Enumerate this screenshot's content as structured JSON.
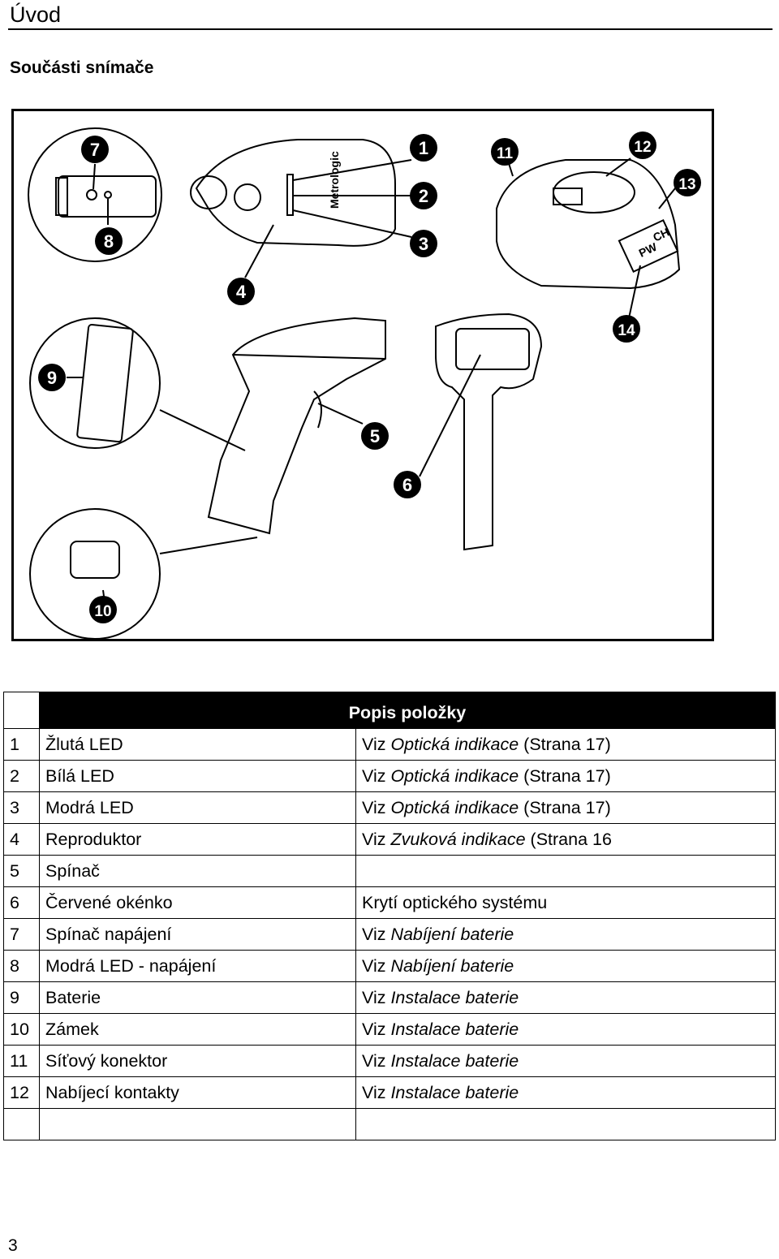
{
  "page": {
    "title": "Úvod",
    "section_title": "Součásti snímače",
    "page_number": "3"
  },
  "figure": {
    "callouts": [
      "7",
      "8",
      "1",
      "2",
      "3",
      "4",
      "11",
      "12",
      "13",
      "14",
      "9",
      "5",
      "6",
      "10"
    ],
    "brand_label": "Metrologic",
    "base_label_pw": "PW",
    "base_label_ch": "CH"
  },
  "table": {
    "header": "Popis položky",
    "rows": [
      {
        "num": "1",
        "name": "Žlutá LED",
        "ref_prefix": "Viz ",
        "ref_link": "Optická indikace",
        "ref_suffix": " (Strana 17)"
      },
      {
        "num": "2",
        "name": "Bílá LED",
        "ref_prefix": "Viz ",
        "ref_link": "Optická indikace",
        "ref_suffix": " (Strana 17)"
      },
      {
        "num": "3",
        "name": "Modrá LED",
        "ref_prefix": "Viz ",
        "ref_link": "Optická indikace",
        "ref_suffix": " (Strana 17)"
      },
      {
        "num": "4",
        "name": "Reproduktor",
        "ref_prefix": "Viz ",
        "ref_link": "Zvuková indikace",
        "ref_suffix": " (Strana 16"
      },
      {
        "num": "5",
        "name": "Spínač",
        "ref_prefix": "",
        "ref_link": "",
        "ref_suffix": ""
      },
      {
        "num": "6",
        "name": "Červené okénko",
        "ref_prefix": "Krytí optického systému",
        "ref_link": "",
        "ref_suffix": ""
      },
      {
        "num": "7",
        "name": "Spínač napájení",
        "ref_prefix": "Viz ",
        "ref_link": "Nabíjení baterie",
        "ref_suffix": ""
      },
      {
        "num": "8",
        "name": "Modrá LED - napájení",
        "ref_prefix": "Viz ",
        "ref_link": "Nabíjení baterie",
        "ref_suffix": ""
      },
      {
        "num": "9",
        "name": "Baterie",
        "ref_prefix": "Viz ",
        "ref_link": "Instalace baterie",
        "ref_suffix": ""
      },
      {
        "num": "10",
        "name": "Zámek",
        "ref_prefix": "Viz ",
        "ref_link": "Instalace baterie",
        "ref_suffix": ""
      },
      {
        "num": "11",
        "name": "Síťový konektor",
        "ref_prefix": "Viz ",
        "ref_link": "Instalace baterie",
        "ref_suffix": ""
      },
      {
        "num": "12",
        "name": "Nabíjecí kontakty",
        "ref_prefix": "Viz ",
        "ref_link": "Instalace baterie",
        "ref_suffix": ""
      },
      {
        "num": "",
        "name": "",
        "ref_prefix": "",
        "ref_link": "",
        "ref_suffix": ""
      }
    ]
  }
}
